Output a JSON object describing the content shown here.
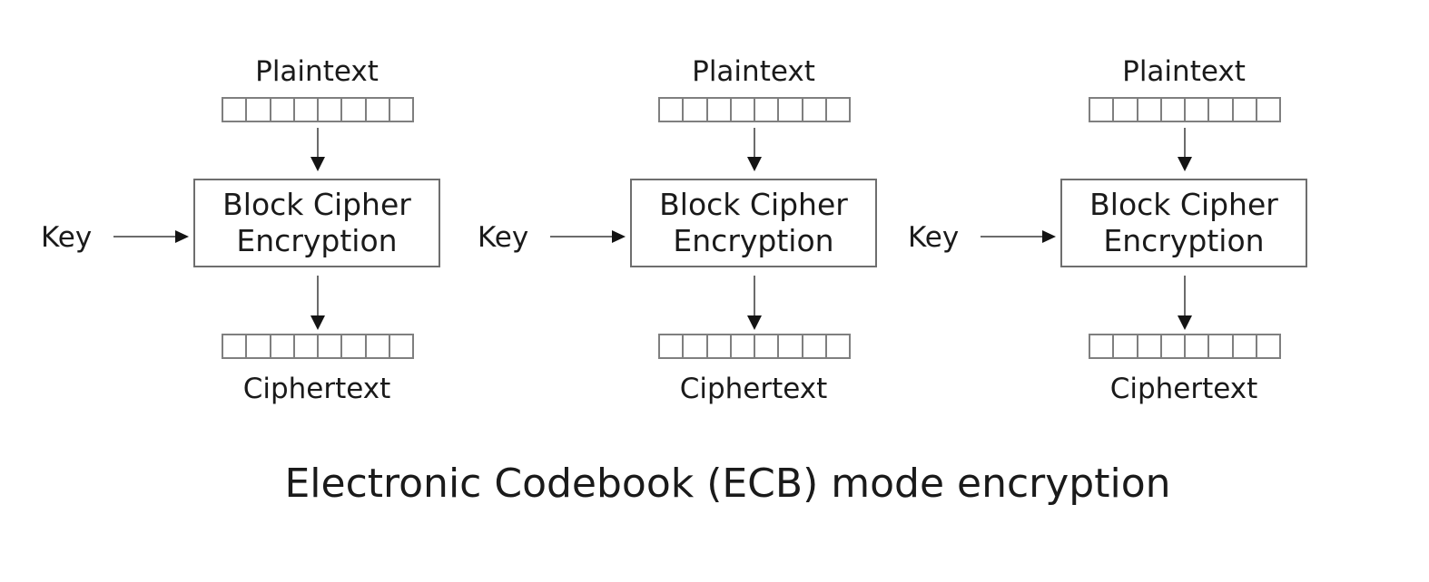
{
  "diagram": {
    "caption": "Electronic Codebook (ECB) mode encryption",
    "block_cells": 8,
    "colors": {
      "background": "#ffffff",
      "text": "#1a1a1a",
      "box_border": "#6e6e6e",
      "cell_border": "#7f7f7f",
      "arrow_stem": "#6b6b6b",
      "arrow_head": "#141414"
    },
    "units": [
      {
        "plaintext_label": "Plaintext",
        "key_label": "Key",
        "box_line1": "Block Cipher",
        "box_line2": "Encryption",
        "ciphertext_label": "Ciphertext"
      },
      {
        "plaintext_label": "Plaintext",
        "key_label": "Key",
        "box_line1": "Block Cipher",
        "box_line2": "Encryption",
        "ciphertext_label": "Ciphertext"
      },
      {
        "plaintext_label": "Plaintext",
        "key_label": "Key",
        "box_line1": "Block Cipher",
        "box_line2": "Encryption",
        "ciphertext_label": "Ciphertext"
      }
    ]
  }
}
